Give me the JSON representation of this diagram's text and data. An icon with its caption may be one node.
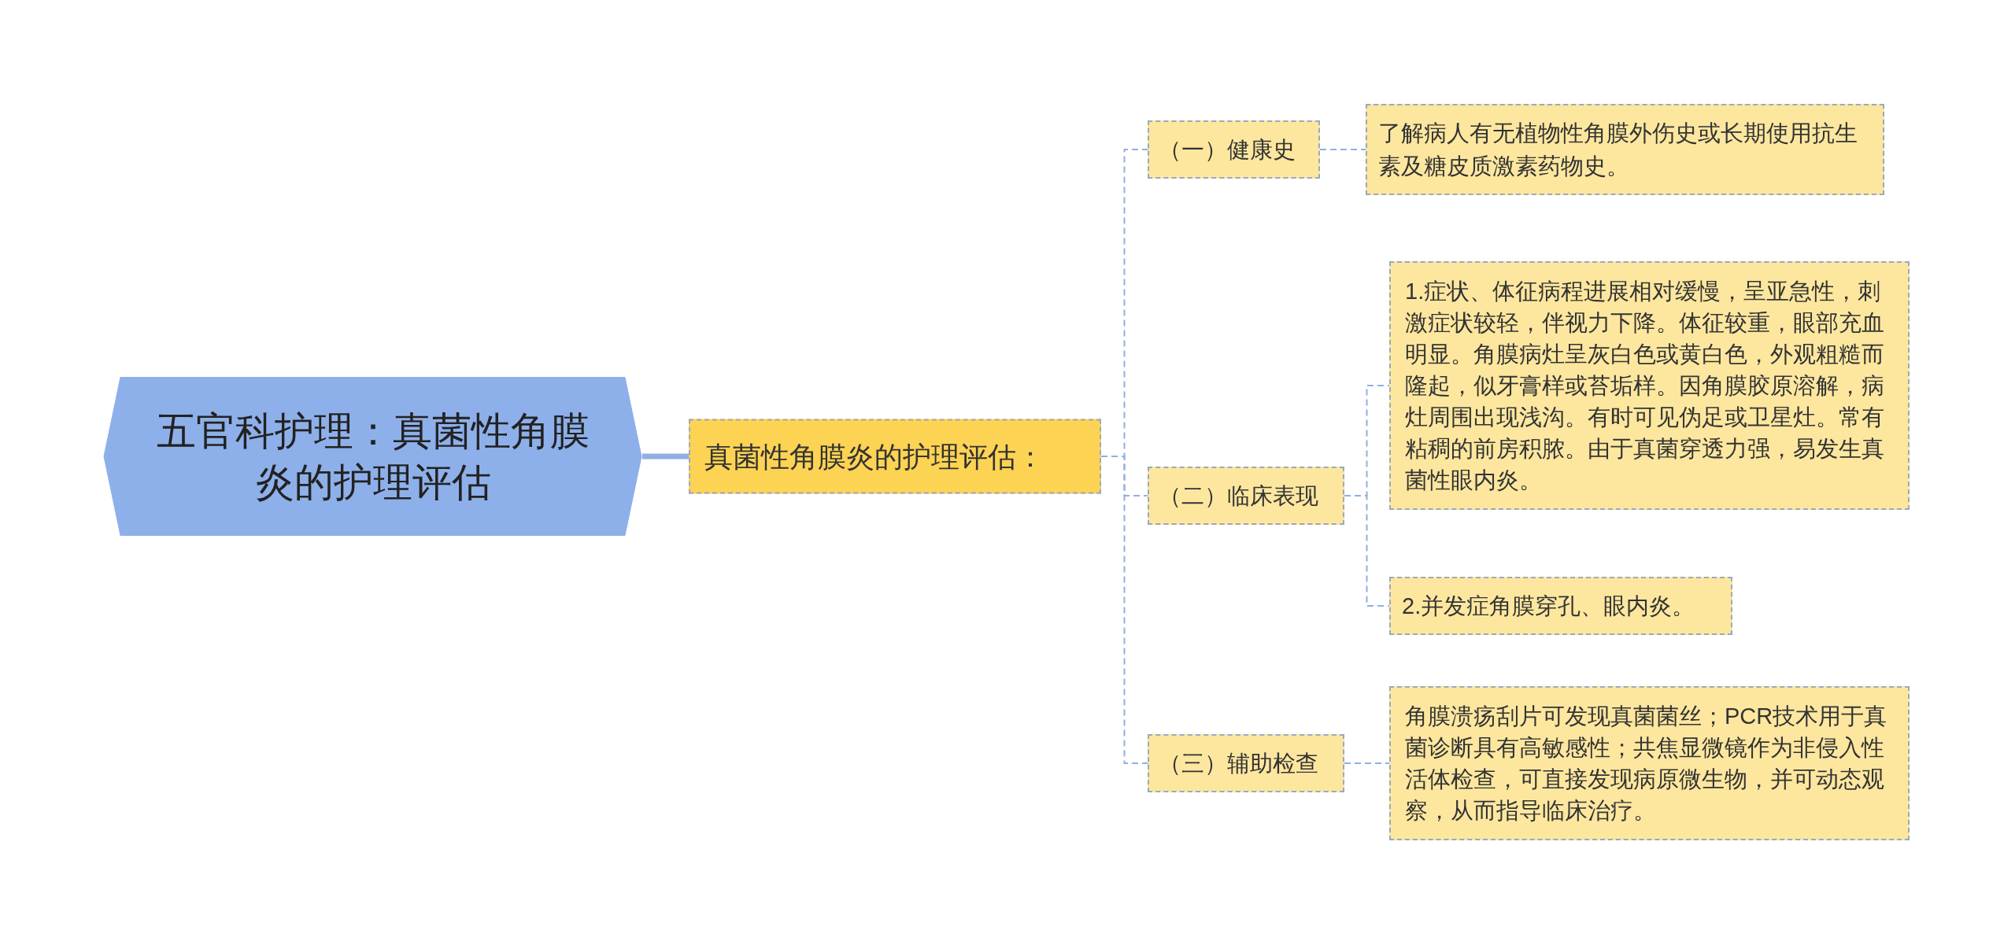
{
  "diagram": {
    "nodes": [
      {
        "text": [
          "五官科护理：真菌性角膜炎的护理评估"
        ]
      },
      {
        "text": [
          "真菌性角膜炎的护理评估："
        ]
      },
      {
        "text": [
          "（一）健康史"
        ]
      },
      {
        "text": [
          "了解病人有无植物性角膜外伤史或长期使用抗生素及糖皮质激素药物史。"
        ]
      },
      {
        "text": [
          "（二）临床表现"
        ]
      },
      {
        "text": [
          "1.症状、体征病程进展相对缓慢，呈亚急性，刺激症状较轻，伴视力下降。体征较重，眼部充血明显。角膜病灶呈灰白色或黄白色，外观粗糙而隆起，似牙膏样或苔垢样。因角膜胶原溶解，病灶周围出现浅沟。有时可见伪足或卫星灶。常有粘稠的前房积脓。由于真菌穿透力强，易发生真菌性眼内炎。"
        ]
      },
      {
        "text": [
          "2.并发症角膜穿孔、眼内炎。"
        ]
      },
      {
        "text": [
          "（三）辅助检查"
        ]
      },
      {
        "text": [
          "角膜溃疡刮片可发现真菌菌丝；PCR技术用于真菌诊断具有高敏感性；共焦显微镜作为非侵入性活体检查，可直接发现病原微生物，并可动态观察，从而指导临床治疗。"
        ]
      }
    ],
    "edges": [
      {
        "from": 0,
        "to": 1,
        "arrow": "none",
        "style": "thick"
      },
      {
        "from": 1,
        "to": 2,
        "arrow": "none",
        "style": "dashed"
      },
      {
        "from": 1,
        "to": 4,
        "arrow": "none",
        "style": "dashed"
      },
      {
        "from": 1,
        "to": 7,
        "arrow": "none",
        "style": "dashed"
      },
      {
        "from": 2,
        "to": 3,
        "arrow": "none",
        "style": "dashed"
      },
      {
        "from": 4,
        "to": 5,
        "arrow": "none",
        "style": "dashed"
      },
      {
        "from": 4,
        "to": 6,
        "arrow": "none",
        "style": "dashed"
      },
      {
        "from": 7,
        "to": 8,
        "arrow": "none",
        "style": "dashed"
      }
    ]
  }
}
